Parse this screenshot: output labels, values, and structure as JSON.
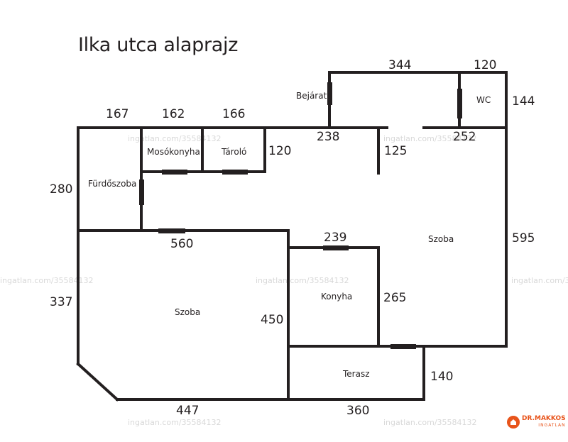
{
  "title": "Ilka utca alaprajz",
  "watermark": "ingatlan.com/35584132",
  "logo": {
    "name": "DR.MAKKOS",
    "sub": "INGATLAN",
    "color": "#e8541b"
  },
  "rooms": {
    "bejarat": "Bejárat",
    "wc": "WC",
    "mosokonyha": "Mosókonyha",
    "tarolo": "Tároló",
    "furdoszoba": "Fürdőszoba",
    "szoba_right": "Szoba",
    "szoba_left": "Szoba",
    "konyha": "Konyha",
    "terasz": "Terasz"
  },
  "dimensions": {
    "top_344": "344",
    "top_120": "120",
    "right_144": "144",
    "d_167": "167",
    "d_162": "162",
    "d_166": "166",
    "d_238": "238",
    "d_252": "252",
    "d_120b": "120",
    "d_125": "125",
    "d_280": "280",
    "d_560": "560",
    "d_239": "239",
    "d_595": "595",
    "d_337": "337",
    "d_450": "450",
    "d_265": "265",
    "d_140": "140",
    "d_447": "447",
    "d_360": "360"
  }
}
